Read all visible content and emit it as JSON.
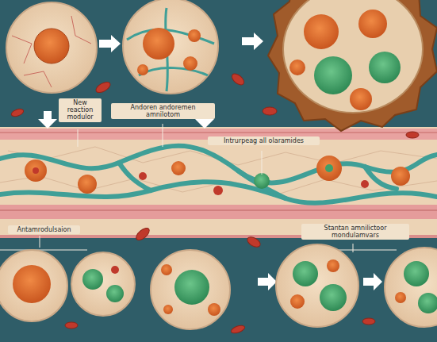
{
  "diagram": {
    "labels": [
      "New reaction modulor",
      "Andoren andoremen amnilotom",
      "Intrurpeag all olaramides",
      "Antamrodulsaion",
      "Stantan amnilictoor mondulamvars"
    ]
  }
}
